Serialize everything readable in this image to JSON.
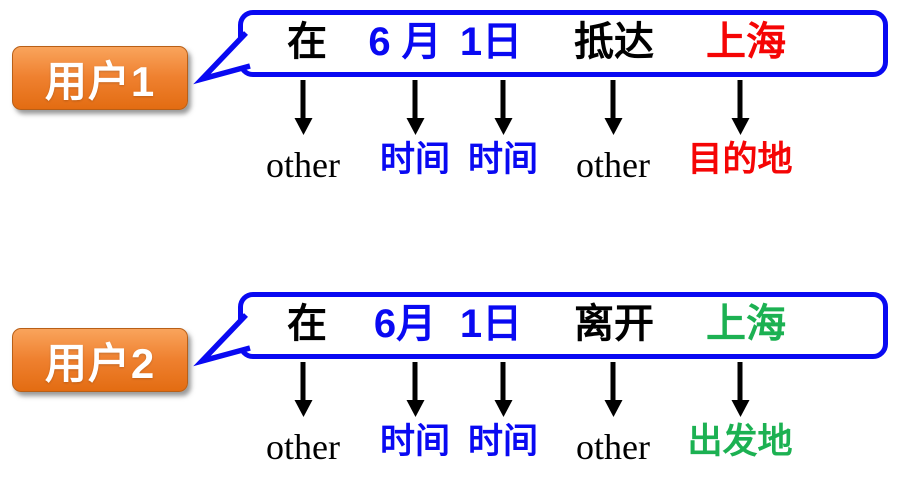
{
  "colors": {
    "black": "#000000",
    "blue": "#0909f2",
    "red": "#f50505",
    "green": "#1cb152",
    "accent_orange": "#ed7d31",
    "tag_text": "#ffffff",
    "arrow": "#000000"
  },
  "bubble": {
    "border_color": "blue",
    "fill": "#ffffff"
  },
  "users": [
    {
      "name": "用户1",
      "tokens": [
        {
          "text": "在",
          "color": "black"
        },
        {
          "text": "6 月",
          "color": "blue"
        },
        {
          "text": "1日",
          "color": "blue"
        },
        {
          "text": "抵达",
          "color": "black"
        },
        {
          "text": "上海",
          "color": "red"
        }
      ],
      "labels": [
        {
          "text": "other",
          "color": "black"
        },
        {
          "text": "时间",
          "color": "blue"
        },
        {
          "text": "时间",
          "color": "blue"
        },
        {
          "text": "other",
          "color": "black"
        },
        {
          "text": "目的地",
          "color": "red"
        }
      ]
    },
    {
      "name": "用户2",
      "tokens": [
        {
          "text": "在",
          "color": "black"
        },
        {
          "text": "6月",
          "color": "blue"
        },
        {
          "text": "1日",
          "color": "blue"
        },
        {
          "text": "离开",
          "color": "black"
        },
        {
          "text": "上海",
          "color": "green"
        }
      ],
      "labels": [
        {
          "text": "other",
          "color": "black"
        },
        {
          "text": "时间",
          "color": "blue"
        },
        {
          "text": "时间",
          "color": "blue"
        },
        {
          "text": "other",
          "color": "black"
        },
        {
          "text": "出发地",
          "color": "green"
        }
      ]
    }
  ]
}
